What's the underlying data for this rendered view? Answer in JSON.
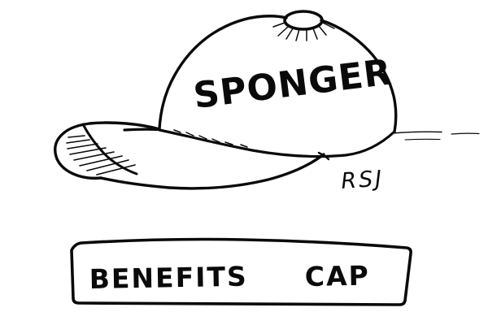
{
  "artwork": {
    "title": "Benefits Cap cartoon",
    "medium": "pen and ink line drawing",
    "background_color": "#ffffff",
    "ink_color": "#0a0a0a"
  },
  "cap": {
    "crown_label": "SPONGER",
    "button_icon": "cap-button-oval",
    "peak_icon": "cap-peak",
    "stitching_icon": "stitch-marks",
    "hatching_icon": "shading-hatch"
  },
  "signature": {
    "text": "RSJ"
  },
  "caption": {
    "line": "BENEFITS CAP",
    "word_one": "BENEFITS",
    "word_two": "CAP"
  },
  "ground": {
    "icon": "ground-line"
  }
}
